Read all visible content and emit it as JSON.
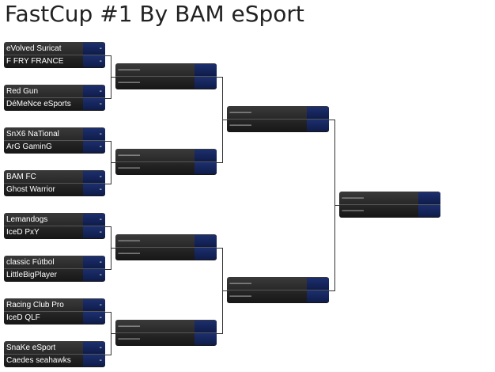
{
  "page": {
    "title": "FastCup #1 By BAM eSport"
  },
  "colors": {
    "score_bg": "#14235a",
    "match_bg": "#262626"
  },
  "rounds": [
    {
      "matches": [
        {
          "teams": [
            {
              "name": "eVolved Suricat",
              "score": "-"
            },
            {
              "name": "F FRY FRANCE",
              "score": "-"
            }
          ]
        },
        {
          "teams": [
            {
              "name": "Red Gun",
              "score": "-"
            },
            {
              "name": "DéMeNce eSports",
              "score": "-"
            }
          ]
        },
        {
          "teams": [
            {
              "name": "SnX6 NaTional",
              "score": "-"
            },
            {
              "name": "ArG GaminG",
              "score": "-"
            }
          ]
        },
        {
          "teams": [
            {
              "name": "BAM FC",
              "score": "-"
            },
            {
              "name": "Ghost Warrior",
              "score": "-"
            }
          ]
        },
        {
          "teams": [
            {
              "name": "Lemandogs",
              "score": "-"
            },
            {
              "name": "IceD PxY",
              "score": "-"
            }
          ]
        },
        {
          "teams": [
            {
              "name": "classic Fútbol",
              "score": "-"
            },
            {
              "name": "LittleBigPlayer",
              "score": "-"
            }
          ]
        },
        {
          "teams": [
            {
              "name": "Racing Club Pro",
              "score": "-"
            },
            {
              "name": "IceD QLF",
              "score": "-"
            }
          ]
        },
        {
          "teams": [
            {
              "name": "SnaKe eSport",
              "score": "-"
            },
            {
              "name": "Caedes seahawks",
              "score": "-"
            }
          ]
        }
      ]
    },
    {
      "matches": [
        {
          "teams": [
            {
              "name": "------------",
              "score": ""
            },
            {
              "name": "------------",
              "score": ""
            }
          ]
        },
        {
          "teams": [
            {
              "name": "------------",
              "score": ""
            },
            {
              "name": "------------",
              "score": ""
            }
          ]
        },
        {
          "teams": [
            {
              "name": "------------",
              "score": ""
            },
            {
              "name": "------------",
              "score": ""
            }
          ]
        },
        {
          "teams": [
            {
              "name": "------------",
              "score": ""
            },
            {
              "name": "------------",
              "score": ""
            }
          ]
        }
      ]
    },
    {
      "matches": [
        {
          "teams": [
            {
              "name": "------------",
              "score": ""
            },
            {
              "name": "------------",
              "score": ""
            }
          ]
        },
        {
          "teams": [
            {
              "name": "------------",
              "score": ""
            },
            {
              "name": "------------",
              "score": ""
            }
          ]
        }
      ]
    },
    {
      "matches": [
        {
          "teams": [
            {
              "name": "------------",
              "score": ""
            },
            {
              "name": "------------",
              "score": ""
            }
          ]
        }
      ]
    }
  ]
}
